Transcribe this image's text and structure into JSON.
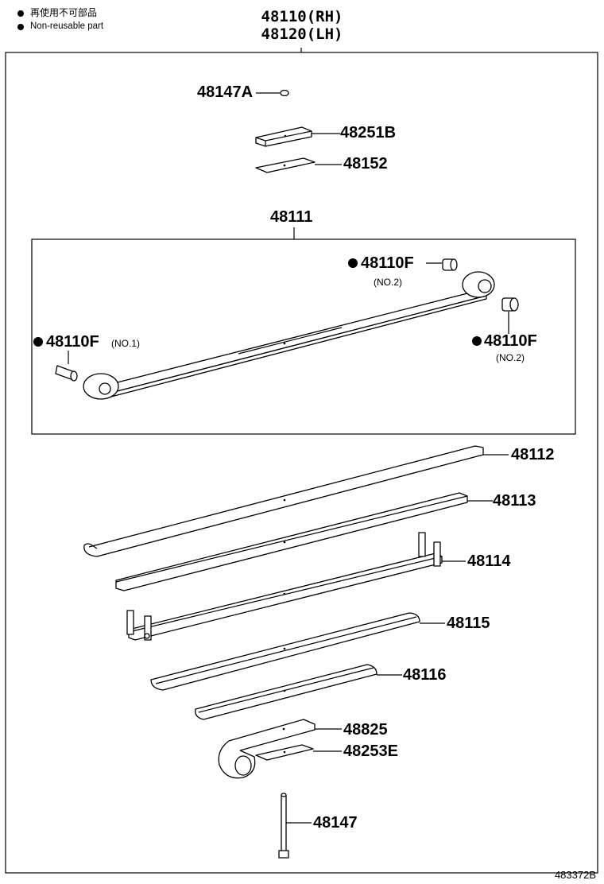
{
  "legend": {
    "items": [
      {
        "text": "再使用不可部品"
      },
      {
        "text": "Non-reusable part"
      }
    ]
  },
  "assembly": {
    "rh": "48110(RH)",
    "lh": "48120(LH)"
  },
  "group": {
    "label": "48111",
    "parts": [
      {
        "label": "48110F",
        "note": "(NO.2)",
        "non_reusable": true
      },
      {
        "label": "48110F",
        "note": "(NO.1)",
        "non_reusable": true
      },
      {
        "label": "48110F",
        "note": "(NO.2)",
        "non_reusable": true
      }
    ]
  },
  "parts": [
    {
      "label": "48147A"
    },
    {
      "label": "48251B"
    },
    {
      "label": "48152"
    },
    {
      "label": "48112"
    },
    {
      "label": "48113"
    },
    {
      "label": "48114"
    },
    {
      "label": "48115"
    },
    {
      "label": "48116"
    },
    {
      "label": "48825"
    },
    {
      "label": "48253E"
    },
    {
      "label": "48147"
    }
  ],
  "diagram_code": "483372B"
}
